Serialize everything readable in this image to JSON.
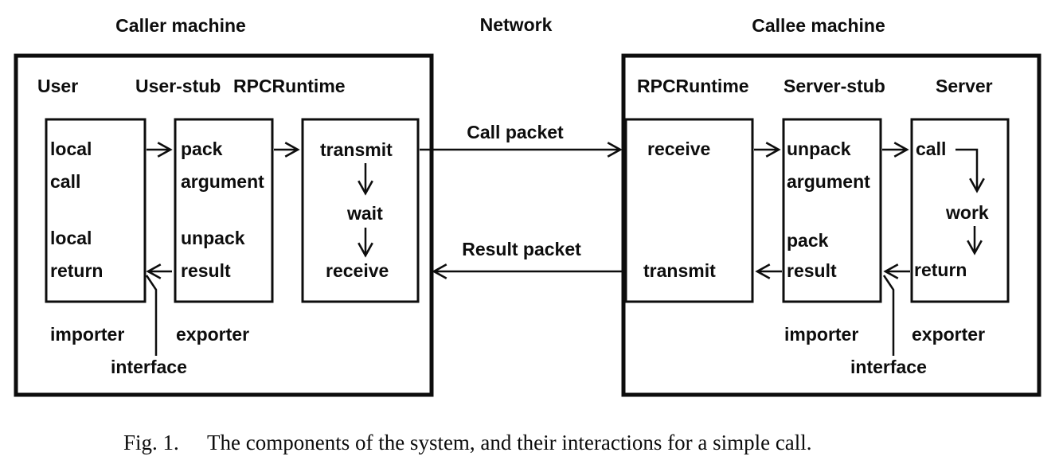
{
  "caller": {
    "label": "Caller machine",
    "user": {
      "title": "User",
      "top1": "local",
      "top2": "call",
      "bot1": "local",
      "bot2": "return"
    },
    "user_stub": {
      "title": "User-stub",
      "top1": "pack",
      "top2": "argument",
      "bot1": "unpack",
      "bot2": "result"
    },
    "rpc": {
      "title": "RPCRuntime",
      "step1": "transmit",
      "step2": "wait",
      "step3": "receive"
    },
    "importer": "importer",
    "exporter": "exporter",
    "interface": "interface"
  },
  "network": {
    "label": "Network",
    "call_packet": "Call packet",
    "result_packet": "Result packet"
  },
  "callee": {
    "label": "Callee machine",
    "rpc": {
      "title": "RPCRuntime",
      "top": "receive",
      "bot": "transmit"
    },
    "server_stub": {
      "title": "Server-stub",
      "top1": "unpack",
      "top2": "argument",
      "bot1": "pack",
      "bot2": "result"
    },
    "server": {
      "title": "Server",
      "step1": "call",
      "step2": "work",
      "step3": "return"
    },
    "importer": "importer",
    "exporter": "exporter",
    "interface": "interface"
  },
  "caption": {
    "fig": "Fig. 1.",
    "text": "The components of the system, and their interactions for a simple call."
  },
  "colors": {
    "ink": "#0d0d0d",
    "background": "#ffffff"
  }
}
